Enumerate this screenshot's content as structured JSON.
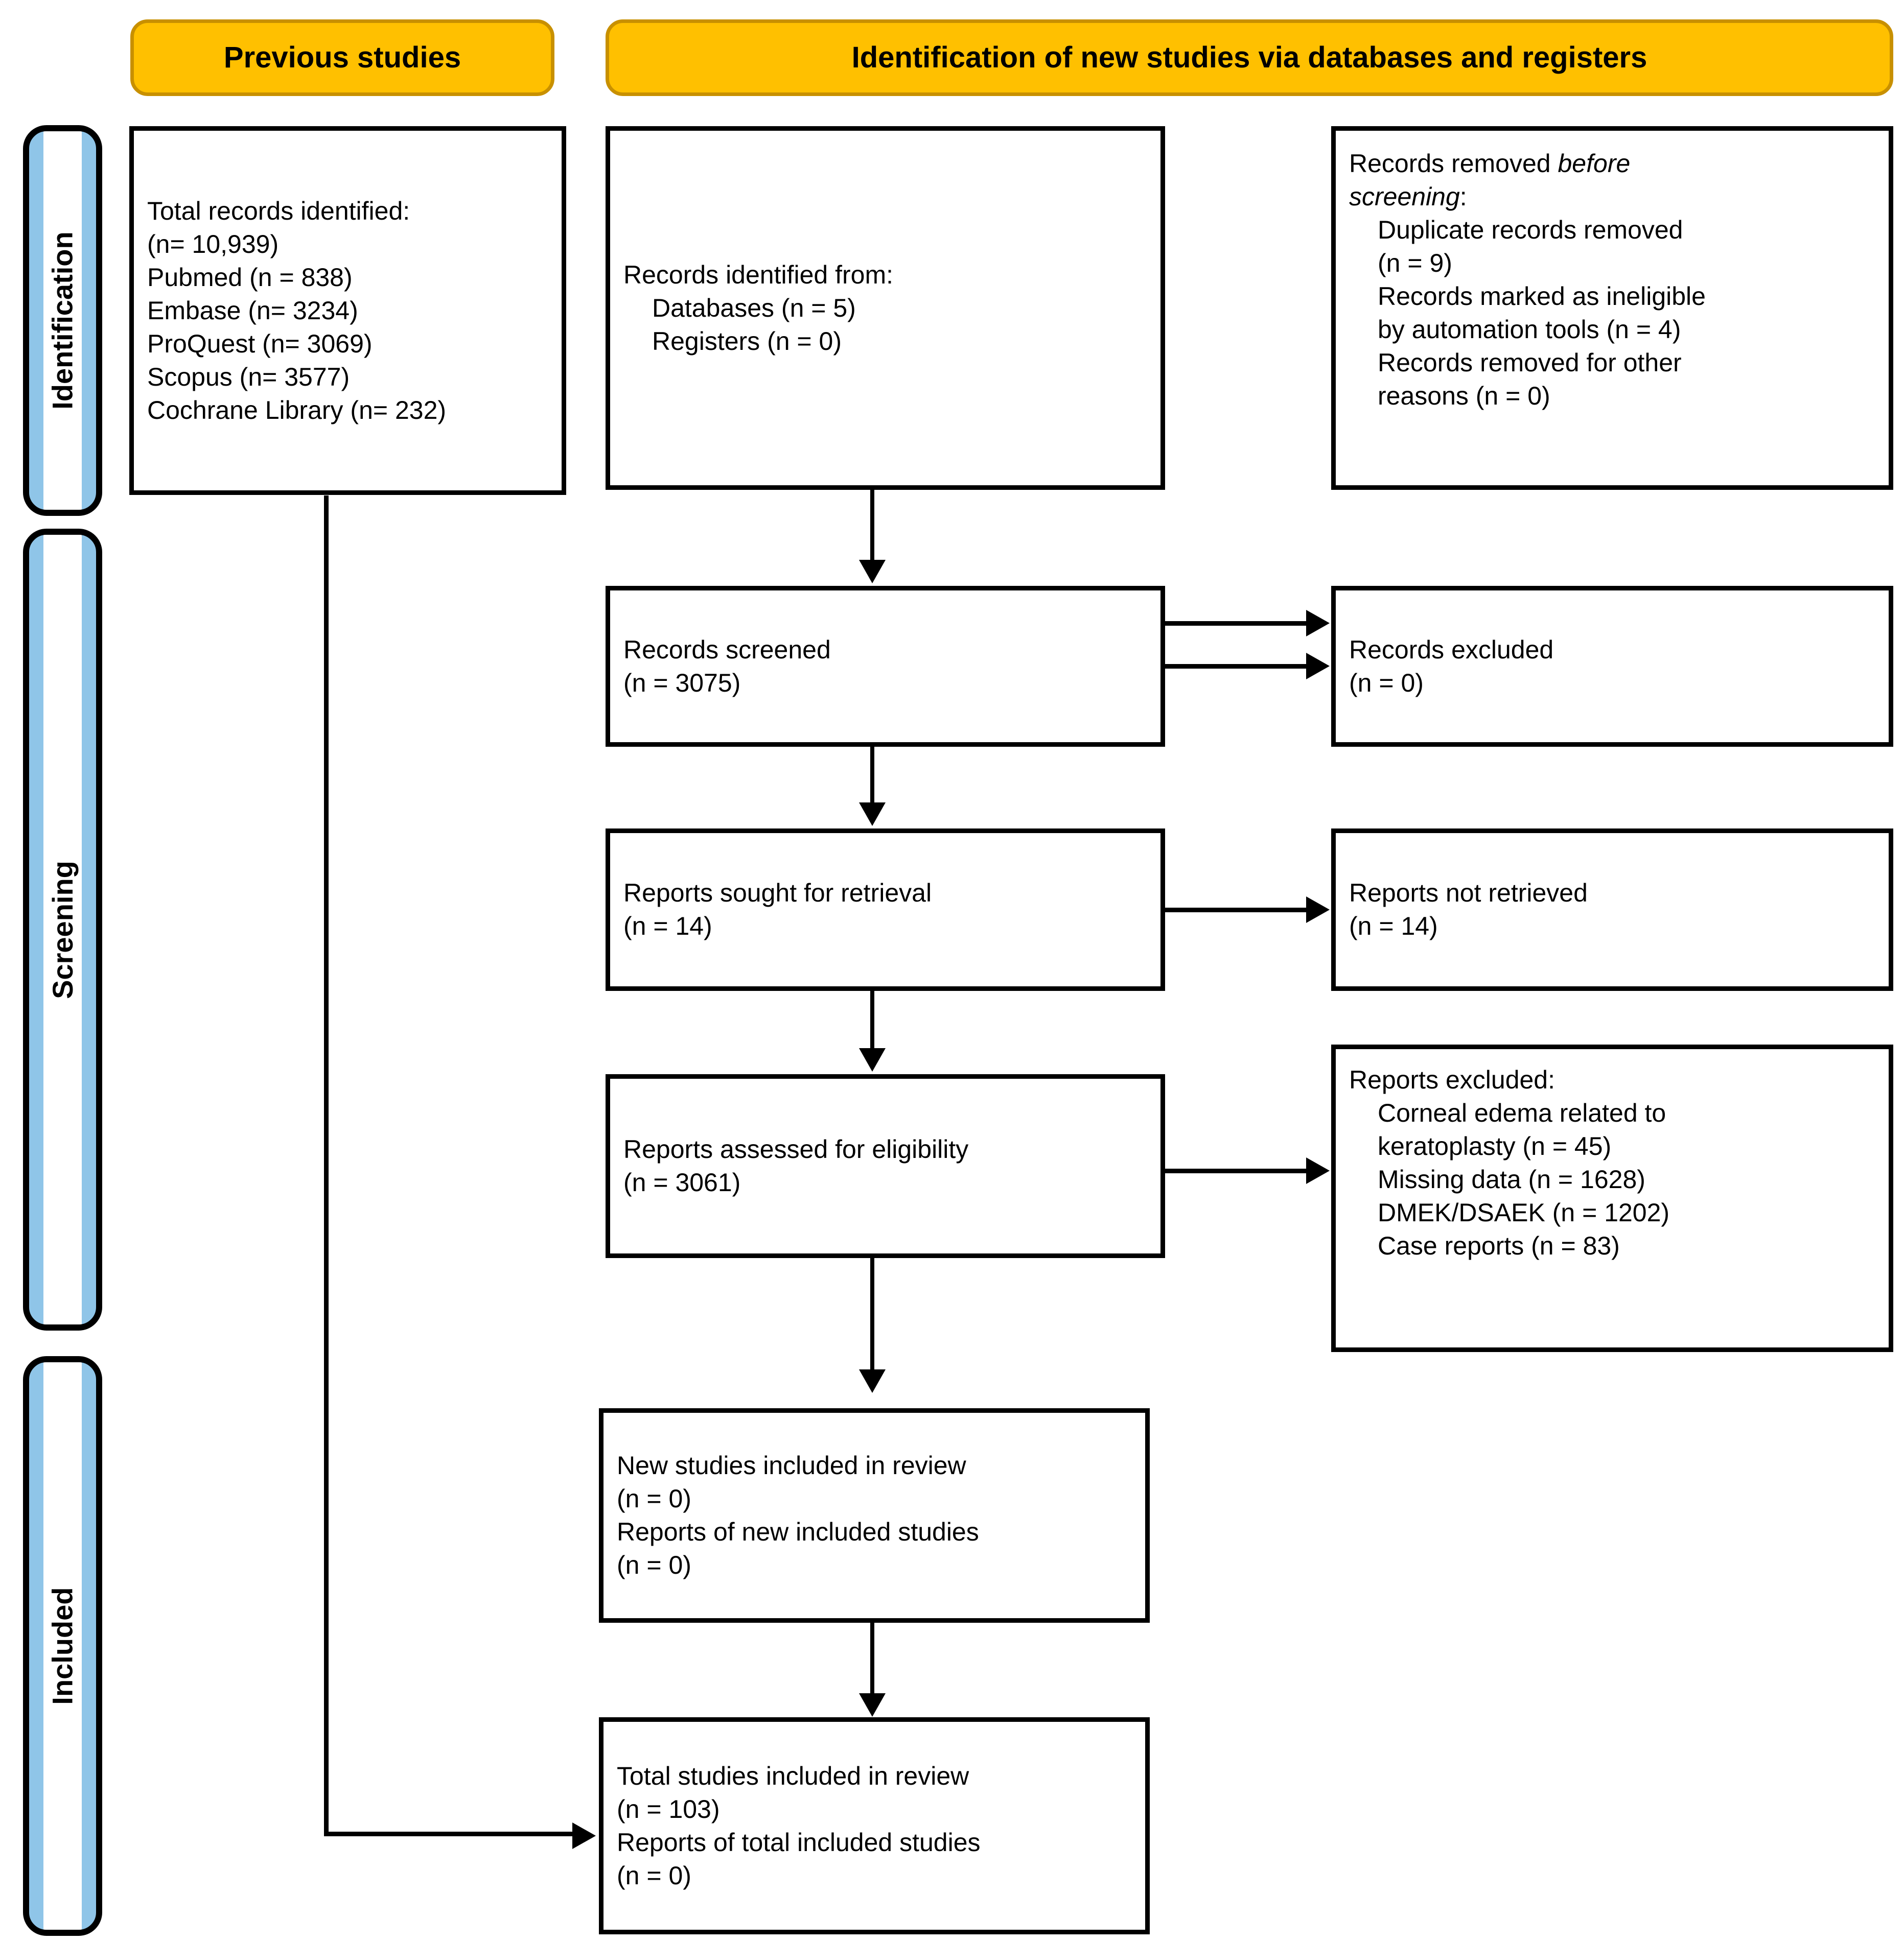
{
  "headers": {
    "previous": "Previous studies",
    "new": "Identification of new studies via databases and registers"
  },
  "stages": [
    {
      "id": "identification",
      "label": "Identification"
    },
    {
      "id": "screening",
      "label": "Screening"
    },
    {
      "id": "included",
      "label": "Included"
    }
  ],
  "boxes": {
    "previous_records": {
      "l1": "Total records identified:",
      "l2": "(n= 10,939)",
      "l3": "Pubmed (n = 838)",
      "l4": "Embase (n= 3234)",
      "l5": "ProQuest (n= 3069)",
      "l6": "Scopus (n= 3577)",
      "l7": "Cochrane Library (n= 232)"
    },
    "records_identified": {
      "l1": "Records identified from:",
      "l2": "Databases (n = 5)",
      "l3": "Registers (n = 0)"
    },
    "records_removed": {
      "l1a": "Records removed ",
      "l1b": "before",
      "l2a": "screening",
      "l2b": ":",
      "l3": "Duplicate records removed",
      "l4": "(n = 9)",
      "l5": "Records marked as ineligible",
      "l6": "by automation tools (n = 4)",
      "l7": "Records removed for other",
      "l8": "reasons (n = 0)"
    },
    "records_screened": {
      "l1": "Records screened",
      "l2": "(n = 3075)"
    },
    "records_excluded": {
      "l1": "Records excluded",
      "l2": "(n = 0)"
    },
    "reports_sought": {
      "l1": "Reports sought for retrieval",
      "l2": "(n = 14)"
    },
    "reports_not_retrieved": {
      "l1": "Reports not retrieved",
      "l2": "(n = 14)"
    },
    "reports_assessed": {
      "l1": "Reports assessed for eligibility",
      "l2": "(n = 3061)"
    },
    "reports_excluded": {
      "l1": "Reports excluded:",
      "l2": "Corneal edema related to",
      "l3": "keratoplasty (n = 45)",
      "l4": "Missing data (n = 1628)",
      "l5": "DMEK/DSAEK (n = 1202)",
      "l6": "Case reports (n = 83)"
    },
    "new_studies_included": {
      "l1": "New studies included in review",
      "l2": "(n = 0)",
      "l3": "Reports of new included studies",
      "l4": "(n = 0)"
    },
    "total_studies_included": {
      "l1": "Total studies included in review",
      "l2": "(n = 103)",
      "l3": "Reports of total included studies",
      "l4": "(n = 0)"
    }
  },
  "colors": {
    "banner_fill": "#FFC000",
    "banner_border": "#C89000",
    "rail_fill": "#8FC5E8",
    "line": "#000000",
    "box_fill": "#FFFFFF"
  }
}
